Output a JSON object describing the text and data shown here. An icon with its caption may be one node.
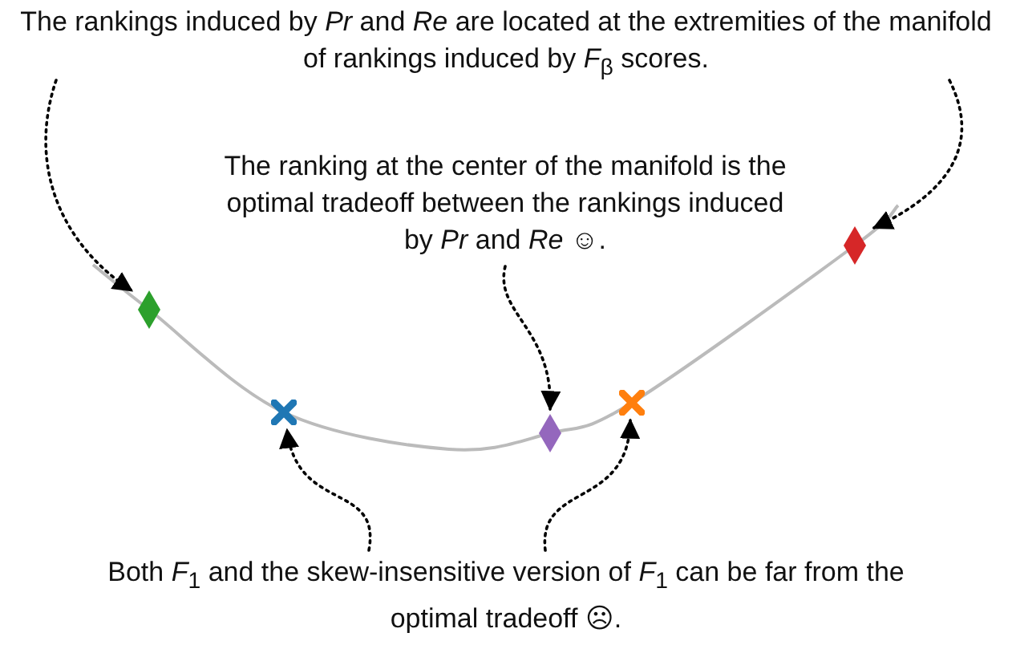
{
  "diagram": {
    "nodes": [
      {
        "text": [
          "The rankings induced by *Pr* and *Re* are located at the extremities of the manifold of rankings induced by *F*$_{β}$ scores."
        ]
      },
      {
        "text": [
          "The ranking at the center of the manifold is the optimal tradeoff between the rankings induced by *Pr* and *Re* ☺."
        ]
      },
      {
        "text": [
          "Both *F*$_{1}$ and the skew-insensitive version of *F*$_{1}$ can be far from the optimal tradeoff ☹."
        ]
      },
      {
        "text": [],
        "shape": "diamond"
      },
      {
        "text": [],
        "shape": "cross"
      },
      {
        "text": [],
        "shape": "diamond"
      },
      {
        "text": [],
        "shape": "cross"
      },
      {
        "text": [],
        "shape": "diamond"
      }
    ],
    "edges": [
      {
        "from": 0,
        "to": 3,
        "arrow": "to",
        "style": "dashed"
      },
      {
        "from": 0,
        "to": 7,
        "arrow": "to",
        "style": "dashed"
      },
      {
        "from": 1,
        "to": 5,
        "arrow": "to",
        "style": "dashed"
      },
      {
        "from": 2,
        "to": 4,
        "arrow": "to",
        "style": "dashed"
      },
      {
        "from": 2,
        "to": 6,
        "arrow": "to",
        "style": "dashed"
      }
    ]
  }
}
